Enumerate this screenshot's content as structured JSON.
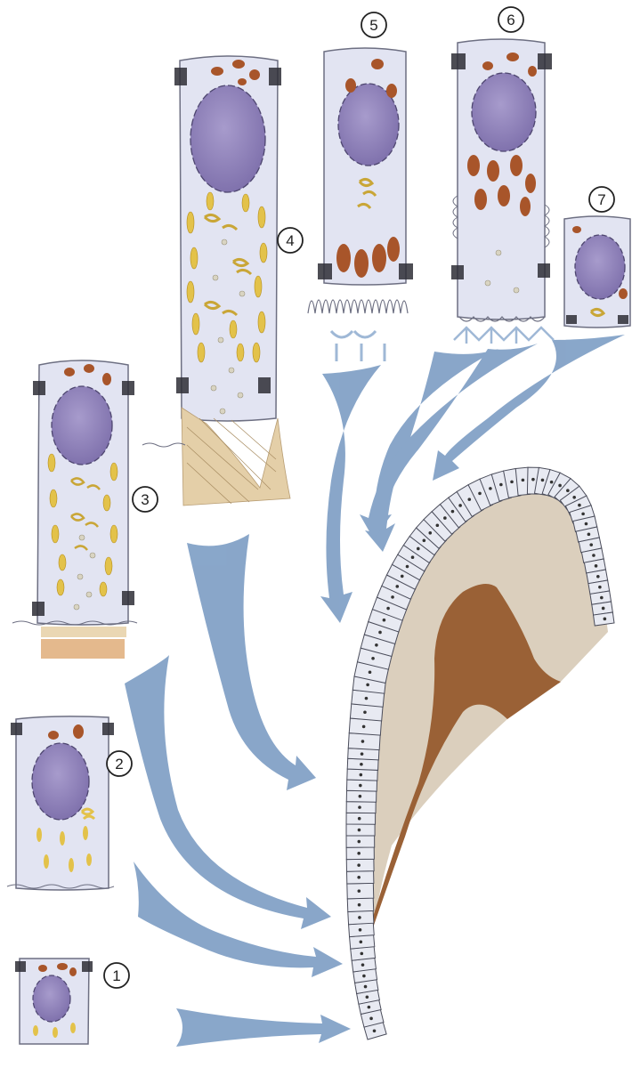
{
  "stage_labels": [
    "1",
    "2",
    "3",
    "4",
    "5",
    "6",
    "7"
  ],
  "colors": {
    "background": "#ffffff",
    "cell_cytoplasm": "#e2e4f2",
    "cell_outline": "#6d6f82",
    "nucleus": "#8b80b4",
    "nucleus_outline": "#4e4670",
    "mitochondria": "#a8552a",
    "secretory_granules": "#e3c24a",
    "junction": "#2e2e36",
    "arrow": "#7f9fc5",
    "enamel": "#dbcfbd",
    "dentin": "#9a6136",
    "ameloblast_layer": "#e8eaf2"
  },
  "icons": {
    "arrow": "curved-arrow-icon",
    "label": "circled-number-icon"
  }
}
